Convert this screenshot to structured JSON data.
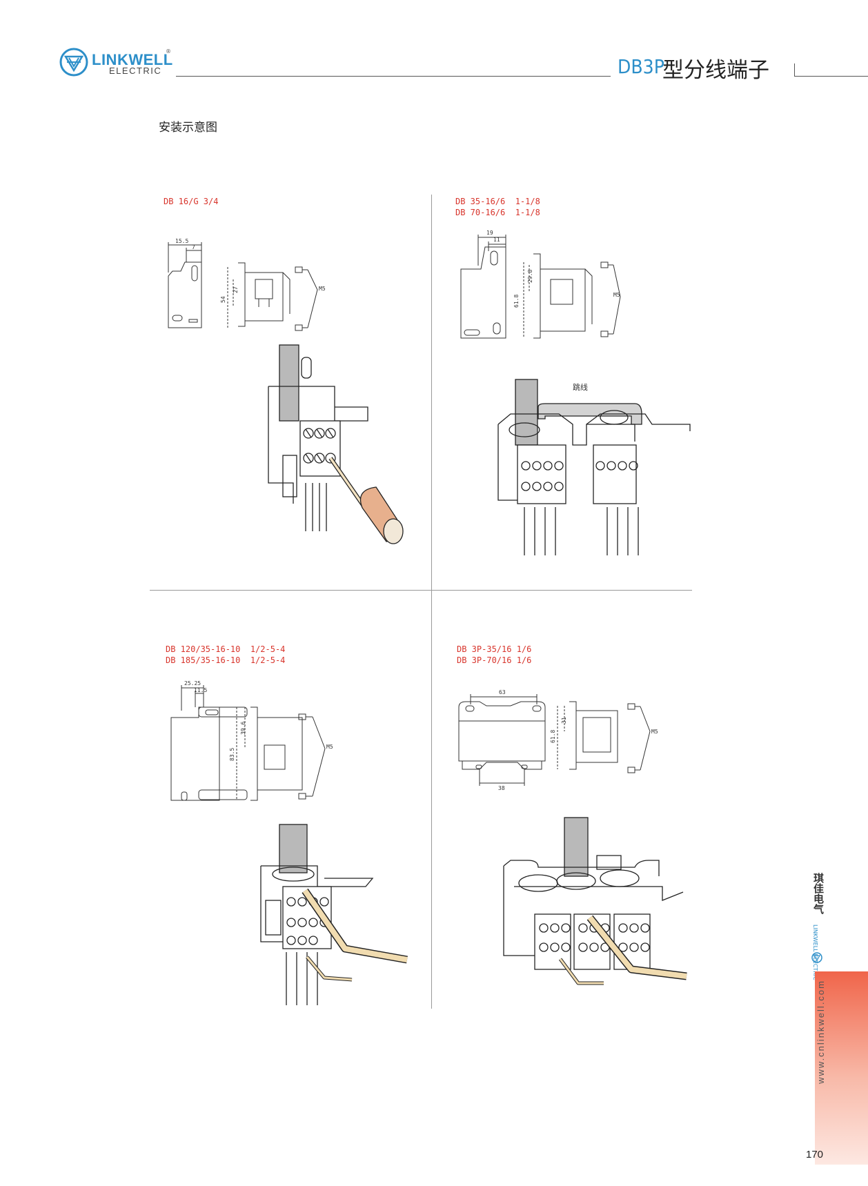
{
  "header": {
    "brand_name": "LINKWELL",
    "brand_sub": "ELECTRIC",
    "registered_mark": "®",
    "model_prefix": "DB3P",
    "title_cn": "型分线端子"
  },
  "section_title": "安装示意图",
  "panels": [
    {
      "models": "DB 16/G 3/4",
      "dims": [
        "15.5",
        "7",
        "54",
        "27",
        "M5"
      ]
    },
    {
      "models": "DB 35-16/6  1-1/8\nDB 70-16/6  1-1/8",
      "dims": [
        "19",
        "11",
        "61.8",
        "29.8",
        "M5"
      ],
      "jumper_label": "跳线"
    },
    {
      "models": "DB 120/35-16-10  1/2-5-4\nDB 185/35-16-10  1/2-5-4",
      "dims": [
        "25.25",
        "11.5",
        "83.5",
        "39.6",
        "M5"
      ]
    },
    {
      "models": "DB 3P-35/16 1/6\nDB 3P-70/16 1/6",
      "dims": [
        "63",
        "38",
        "61.8",
        "31",
        "M5"
      ]
    }
  ],
  "sidebar": {
    "company_cn": "琪佳电气",
    "company_en": "LINKWELL ELECTRIC",
    "website": "www.cnlinkwell.com",
    "page_number": "170"
  },
  "colors": {
    "brand_blue": "#2d8fc9",
    "model_red": "#d8342b",
    "handle": "#e7b08d",
    "wrench": "#f1dcb0"
  },
  "icons": [
    "linkwell-logo-icon"
  ]
}
